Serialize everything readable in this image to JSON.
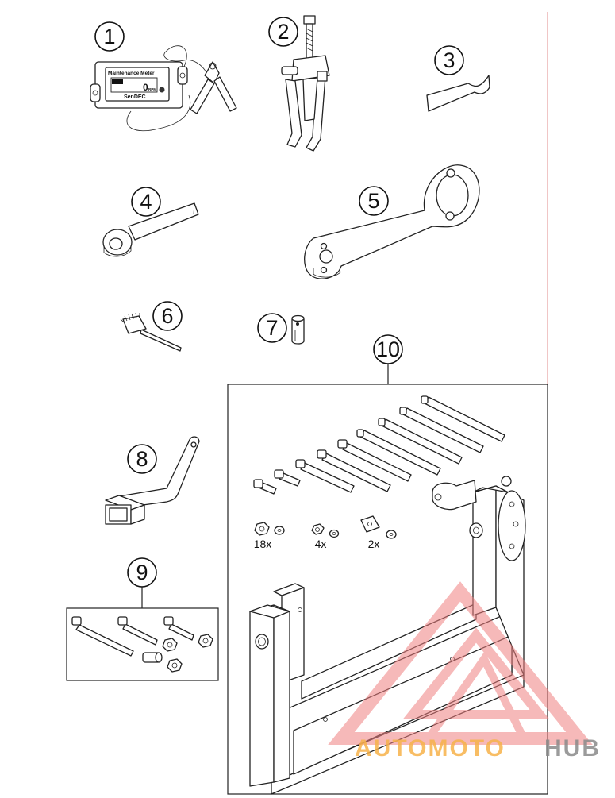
{
  "callouts": [
    "1",
    "2",
    "3",
    "4",
    "5",
    "6",
    "7",
    "8",
    "9",
    "10"
  ],
  "quantities": [
    "18x",
    "4x",
    "2x"
  ],
  "meter": {
    "title": "Maintenance Meter",
    "display": "0",
    "unit": "RPM",
    "brand": "SenDEC"
  },
  "watermark": {
    "part1": "AUTOMOTO",
    "part2": "HUB",
    "color1": "#f7b24a",
    "color2": "#8a8a8a",
    "logo_color": "#f08080"
  },
  "divider_color": "#e6a0a0",
  "icons": [
    "hour-meter-icon",
    "puller-icon",
    "gauge-plate-icon",
    "pin-wrench-icon",
    "holding-wrench-icon",
    "comb-tool-icon",
    "socket-icon",
    "lever-tool-icon",
    "bolt-kit-icon",
    "engine-stand-icon"
  ]
}
